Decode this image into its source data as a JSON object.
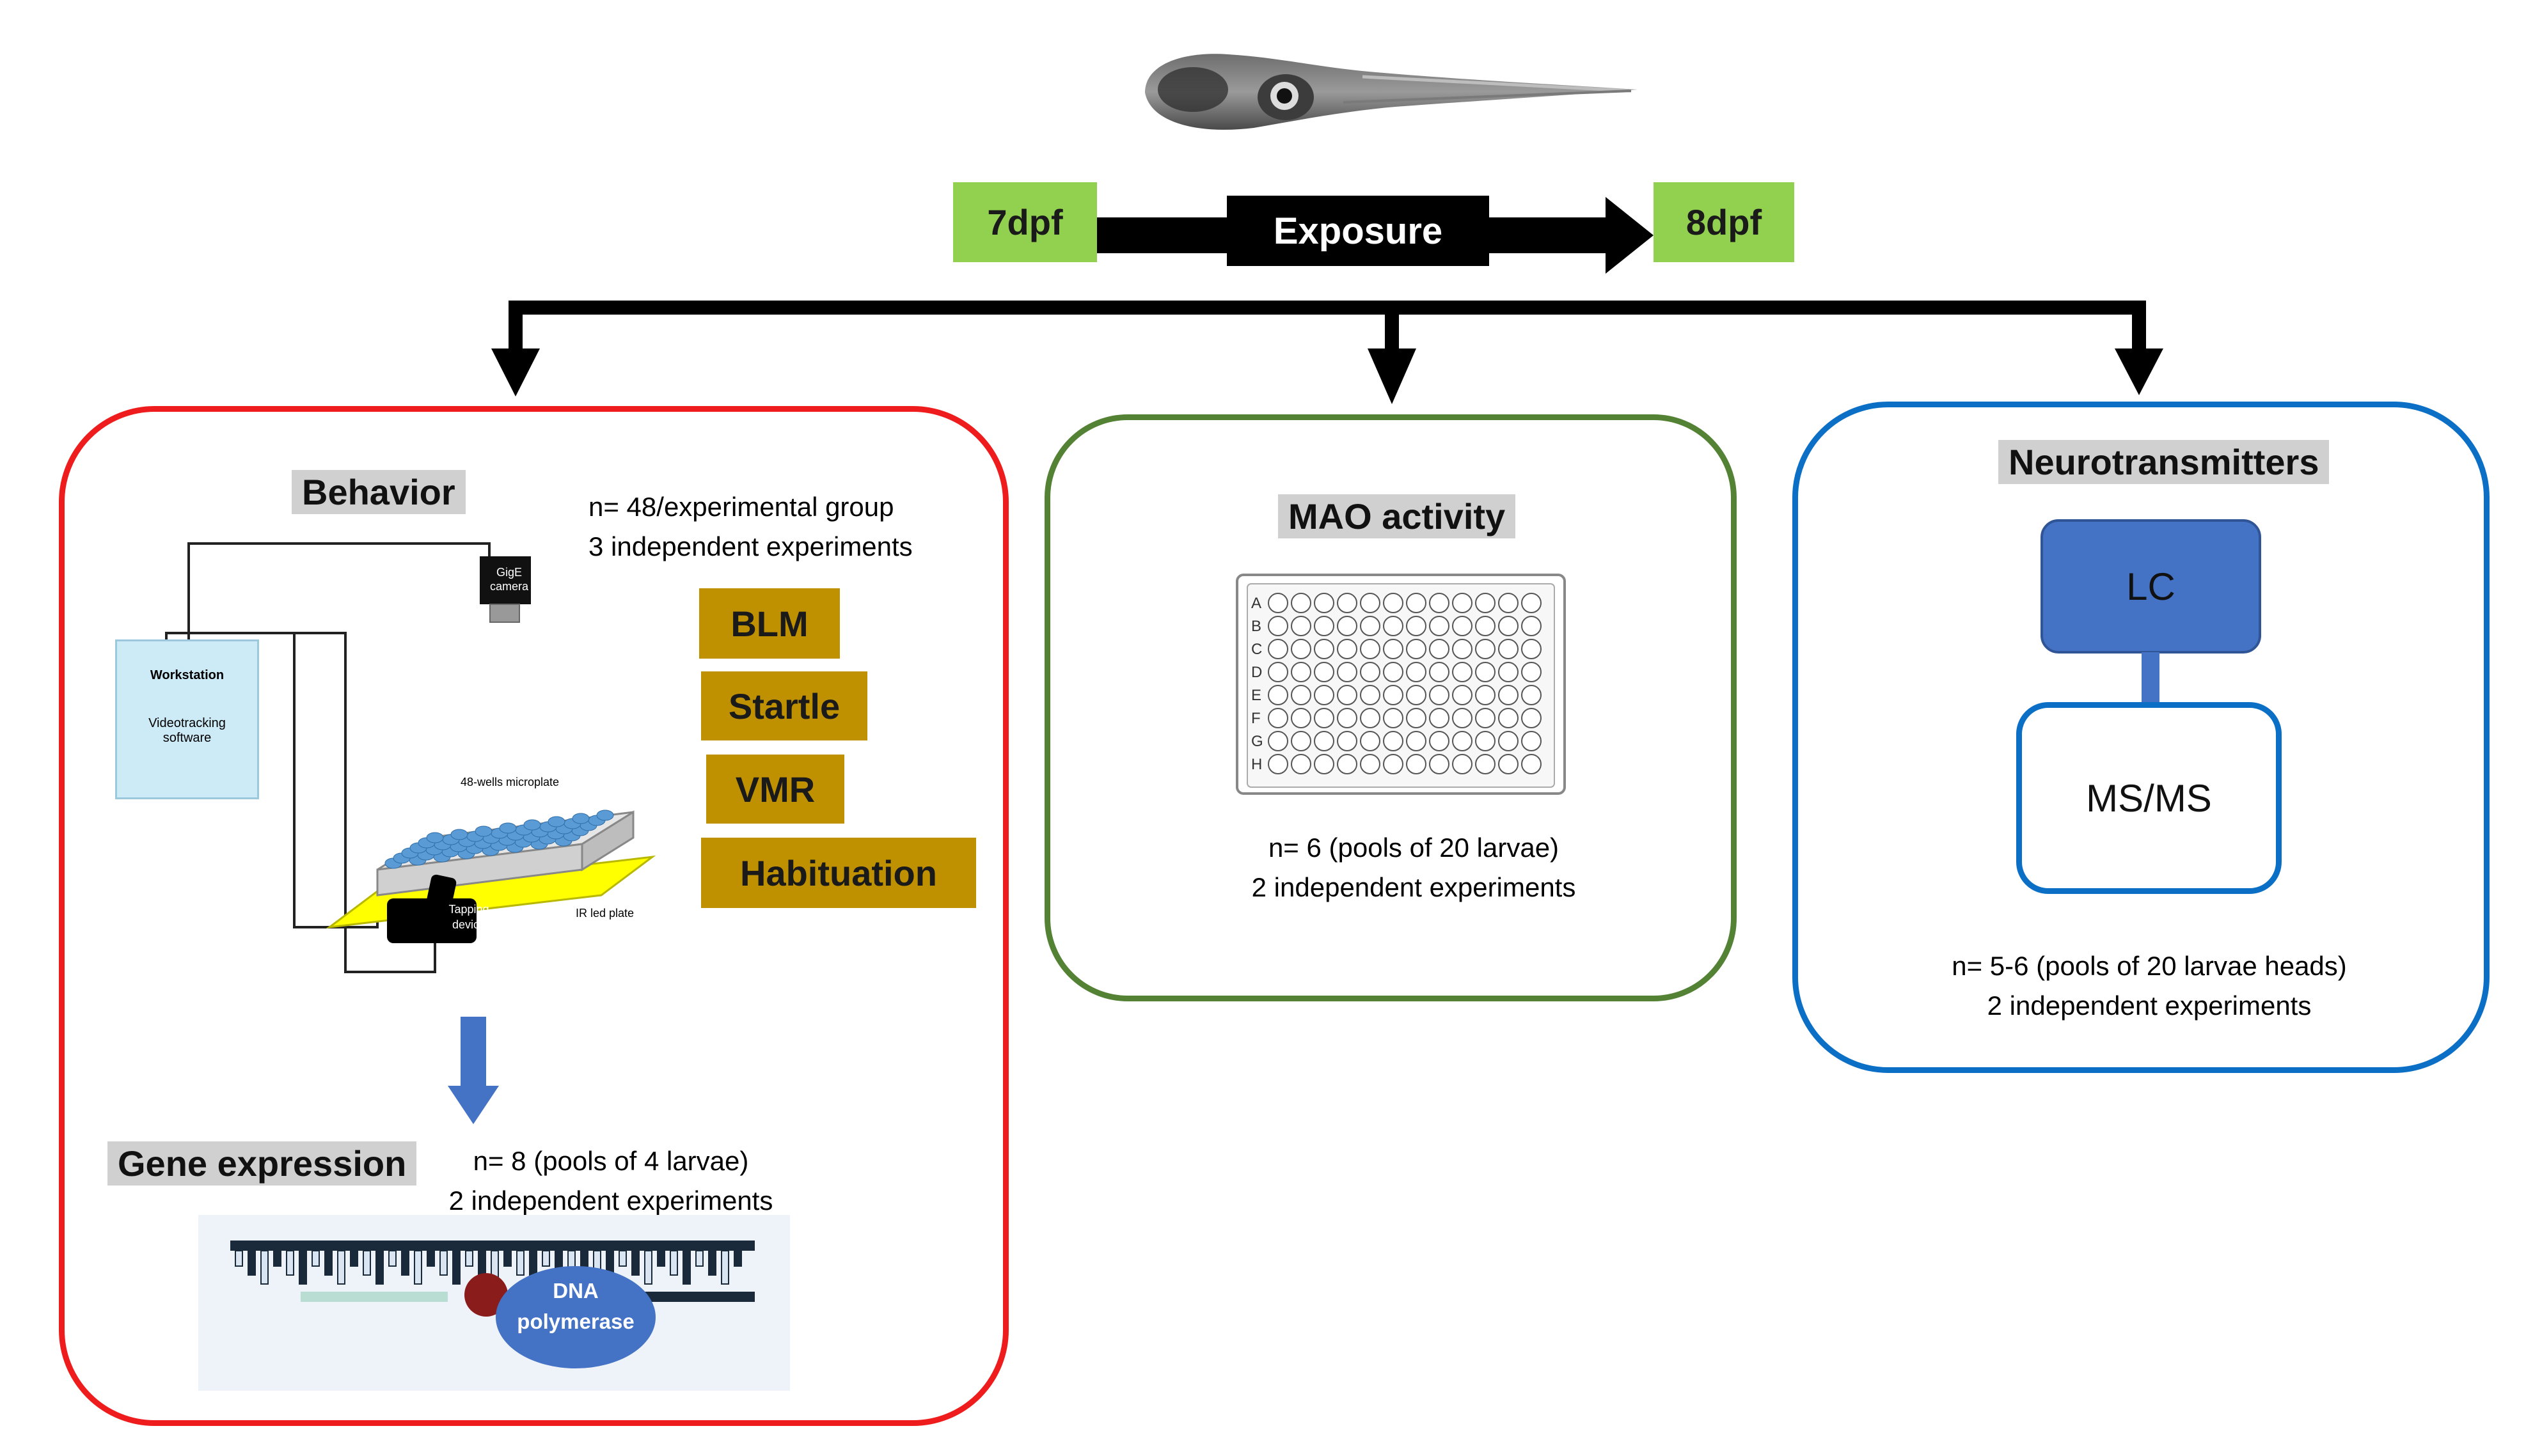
{
  "timeline": {
    "start": "7dpf",
    "process": "Exposure",
    "end": "8dpf"
  },
  "behavior_panel": {
    "title": "Behavior",
    "n_line1": "n= 48/experimental group",
    "n_line2": "3 independent experiments",
    "tests": [
      "BLM",
      "Startle",
      "VMR",
      "Habituation"
    ],
    "setup": {
      "workstation": "Workstation",
      "software_line1": "Videotracking",
      "software_line2": "software",
      "camera_line1": "GigE",
      "camera_line2": "camera",
      "microplate": "48-wells microplate",
      "tapping_line1": "Tapping",
      "tapping_line2": "device",
      "ir_plate": "IR led plate"
    },
    "gene_title": "Gene expression",
    "gene_n_line1": "n= 8 (pools of 4 larvae)",
    "gene_n_line2": "2 independent experiments",
    "polymerase_line1": "DNA",
    "polymerase_line2": "polymerase"
  },
  "mao_panel": {
    "title": "MAO activity",
    "rows": [
      "A",
      "B",
      "C",
      "D",
      "E",
      "F",
      "G",
      "H"
    ],
    "n_line1": "n= 6 (pools of 20 larvae)",
    "n_line2": "2 independent experiments"
  },
  "neuro_panel": {
    "title": "Neurotransmitters",
    "lc": "LC",
    "msms": "MS/MS",
    "n_line1": "n= 5-6 (pools of 20 larvae heads)",
    "n_line2": "2 independent experiments"
  },
  "colors": {
    "behavior_border": "#ee1c1c",
    "mao_border": "#548235",
    "neuro_border": "#0b6fc6",
    "stage_green": "#92d050",
    "test_gold": "#bf9000",
    "lc_blue": "#4472c4",
    "arrow_blue": "#4472c4"
  },
  "icons": {
    "larva": "zebrafish-larva-icon",
    "plate": "96-well-plate-icon",
    "dna": "dna-strand-icon"
  }
}
